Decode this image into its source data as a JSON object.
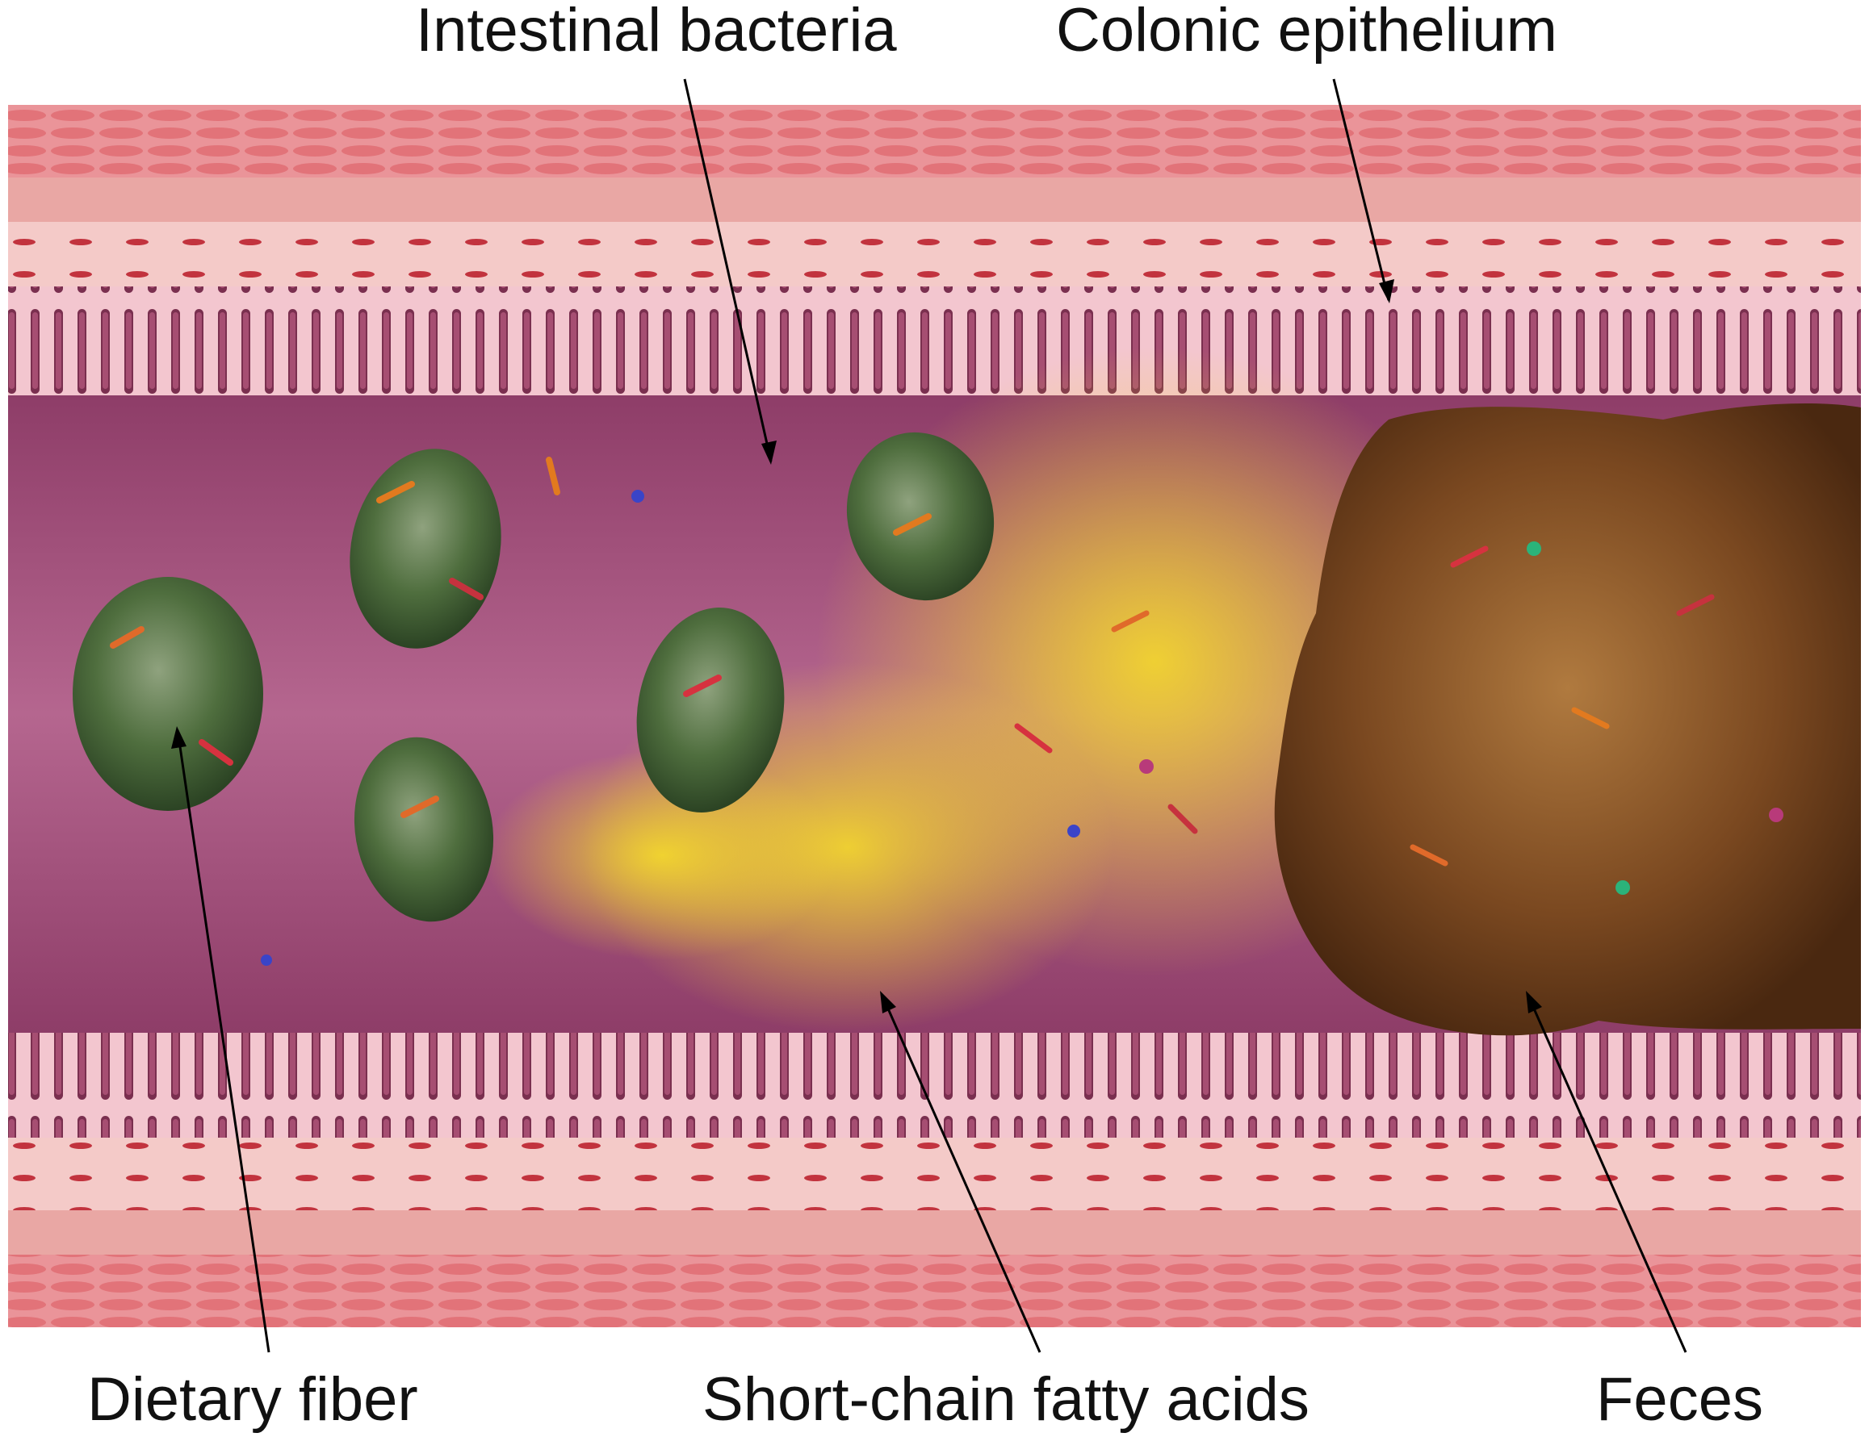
{
  "labels": {
    "intestinal_bacteria": "Intestinal bacteria",
    "colonic_epithelium": "Colonic epithelium",
    "dietary_fiber": "Dietary fiber",
    "short_chain_fatty_acids": "Short-chain fatty acids",
    "feces": "Feces"
  },
  "colors": {
    "muscle_layer": "#e8878c",
    "submucosa": "#f1c2c0",
    "epithelium": "#f3c6cf",
    "lumen": "#a24f7a",
    "fiber": "#4c6b3c",
    "feces": "#6b3b17",
    "scfa": "#f2d21b"
  }
}
